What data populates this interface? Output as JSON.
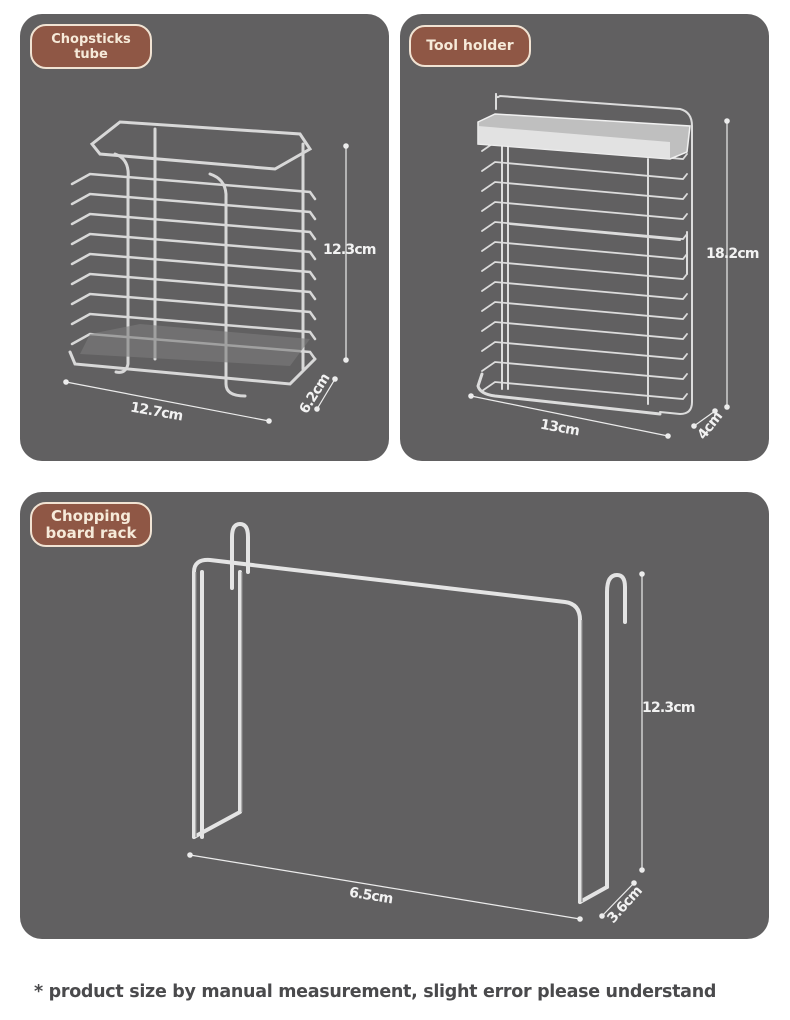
{
  "panels": [
    {
      "id": "chopsticks-tube",
      "badge": "Chopsticks\ntube",
      "badge_lines": [
        "Chopsticks",
        "tube"
      ],
      "dimensions": {
        "height": "12.3cm",
        "width": "12.7cm",
        "depth": "6.2cm"
      }
    },
    {
      "id": "tool-holder",
      "badge": "Tool holder",
      "badge_lines": [
        "Tool holder"
      ],
      "dimensions": {
        "height": "18.2cm",
        "width": "13cm",
        "depth": "4cm"
      }
    },
    {
      "id": "chopping-board-rack",
      "badge": "Chopping\nboard rack",
      "badge_lines": [
        "Chopping",
        "board rack"
      ],
      "dimensions": {
        "height": "12.3cm",
        "width": "6.5cm",
        "depth": "3.6cm"
      }
    }
  ],
  "footnote": "* product size by manual measurement, slight error please understand",
  "colors": {
    "panel_bg": "#616061",
    "badge_bg": "#8f5745",
    "badge_border": "#f1e3d3",
    "badge_text": "#f6ead9",
    "dimension_text": "#f2f2f2",
    "footnote_text": "#4a4a4c"
  }
}
